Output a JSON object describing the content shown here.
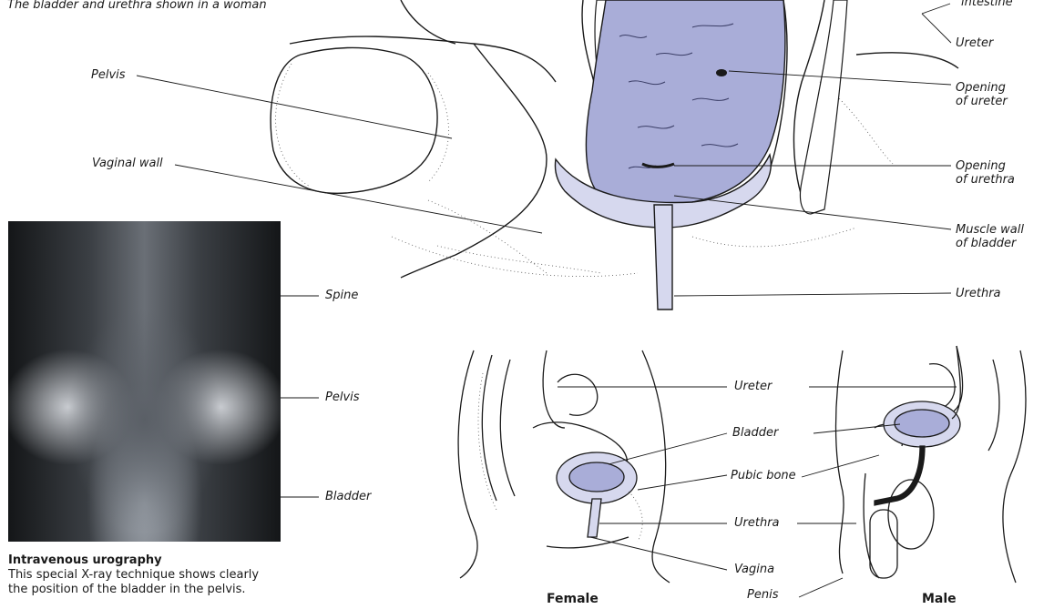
{
  "intro_text": "The bladder and urethra shown in a woman",
  "top_labels": {
    "intestine": "intestine",
    "ureter": "Ureter",
    "opening_ureter": [
      "Opening",
      "of ureter"
    ],
    "opening_urethra": [
      "Opening",
      "of urethra"
    ],
    "muscle_wall": [
      "Muscle wall",
      "of bladder"
    ],
    "urethra": "Urethra",
    "pelvis": "Pelvis",
    "vaginal_wall": "Vaginal wall"
  },
  "xray_labels": {
    "spine": "Spine",
    "pelvis": "Pelvis",
    "bladder": "Bladder"
  },
  "caption": {
    "title": "Intravenous urography",
    "line1": "This special X-ray technique shows clearly",
    "line2": "the position of the bladder in the pelvis."
  },
  "bottom_labels": {
    "ureter": "Ureter",
    "bladder": "Bladder",
    "pubic_bone": "Pubic bone",
    "urethra": "Urethra",
    "vagina": "Vagina",
    "penis": "Penis",
    "female": "Female",
    "male": "Male"
  },
  "colors": {
    "bladder_fill": "#a9add8",
    "bladder_light": "#d6d8ee",
    "line": "#1a1a1a"
  }
}
